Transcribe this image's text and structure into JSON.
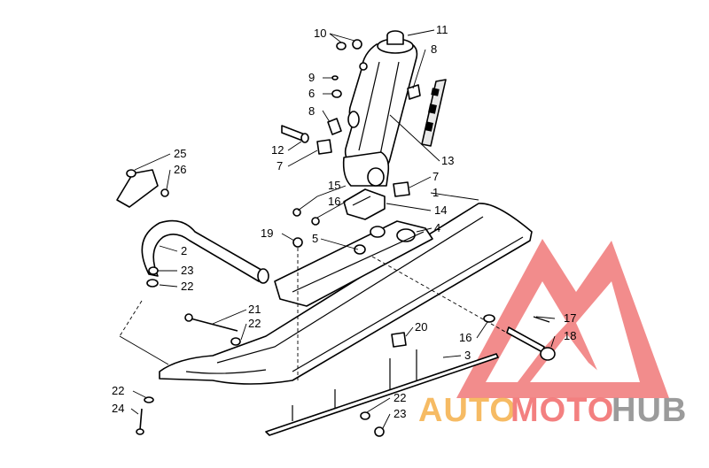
{
  "callouts": {
    "c10": "10",
    "c11": "11",
    "c8a": "8",
    "c9": "9",
    "c6": "6",
    "c8b": "8",
    "c12": "12",
    "c7a": "7",
    "c13": "13",
    "c7b": "7",
    "c1": "1",
    "c15": "15",
    "c16a": "16",
    "c14": "14",
    "c25": "25",
    "c26": "26",
    "c19": "19",
    "c5": "5",
    "c4": "4",
    "c2": "2",
    "c23a": "23",
    "c22a": "22",
    "c21": "21",
    "c22b": "22",
    "c17": "17",
    "c18": "18",
    "c16b": "16",
    "c20": "20",
    "c3": "3",
    "c22c": "22",
    "c24": "24",
    "c22d": "22",
    "c23b": "23"
  },
  "watermark": {
    "part1": "AUTO",
    "part2": "MOTO",
    "part3": "HUB",
    "colors": {
      "auto": "#f5b04a",
      "moto": "#f26b6b",
      "hub": "#8a8a8a"
    }
  }
}
